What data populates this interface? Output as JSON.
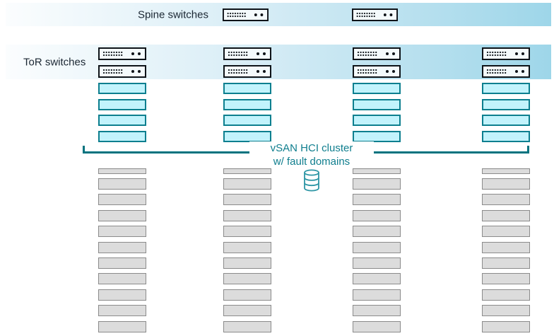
{
  "labels": {
    "spine": "Spine switches",
    "tor": "ToR switches",
    "cluster_line1": "vSAN HCI cluster",
    "cluster_line2": "w/ fault domains"
  },
  "topology": {
    "spine_switch_count": 2,
    "rack_count": 4,
    "tor_switches_per_rack": 2,
    "cluster_nodes_per_rack": 4,
    "other_nodes_per_rack": 11
  },
  "icons": {
    "switch": "network-switch-icon",
    "database": "database-icon"
  },
  "colors": {
    "band_gradient_start": "#fbfdfe",
    "band_gradient_mid": "#d8edf6",
    "band_gradient_end": "#9ed6e9",
    "heading_text": "#1b2733",
    "switch_border": "#0e1318",
    "cluster_node_fill": "#c2f3fc",
    "cluster_node_border": "#0d7f8f",
    "bracket_accent": "#00737f",
    "label_teal": "#0f7e8e",
    "database_teal": "#2e96a5",
    "other_node_fill": "#dcdcdc",
    "other_node_border": "#8b8b8b"
  }
}
